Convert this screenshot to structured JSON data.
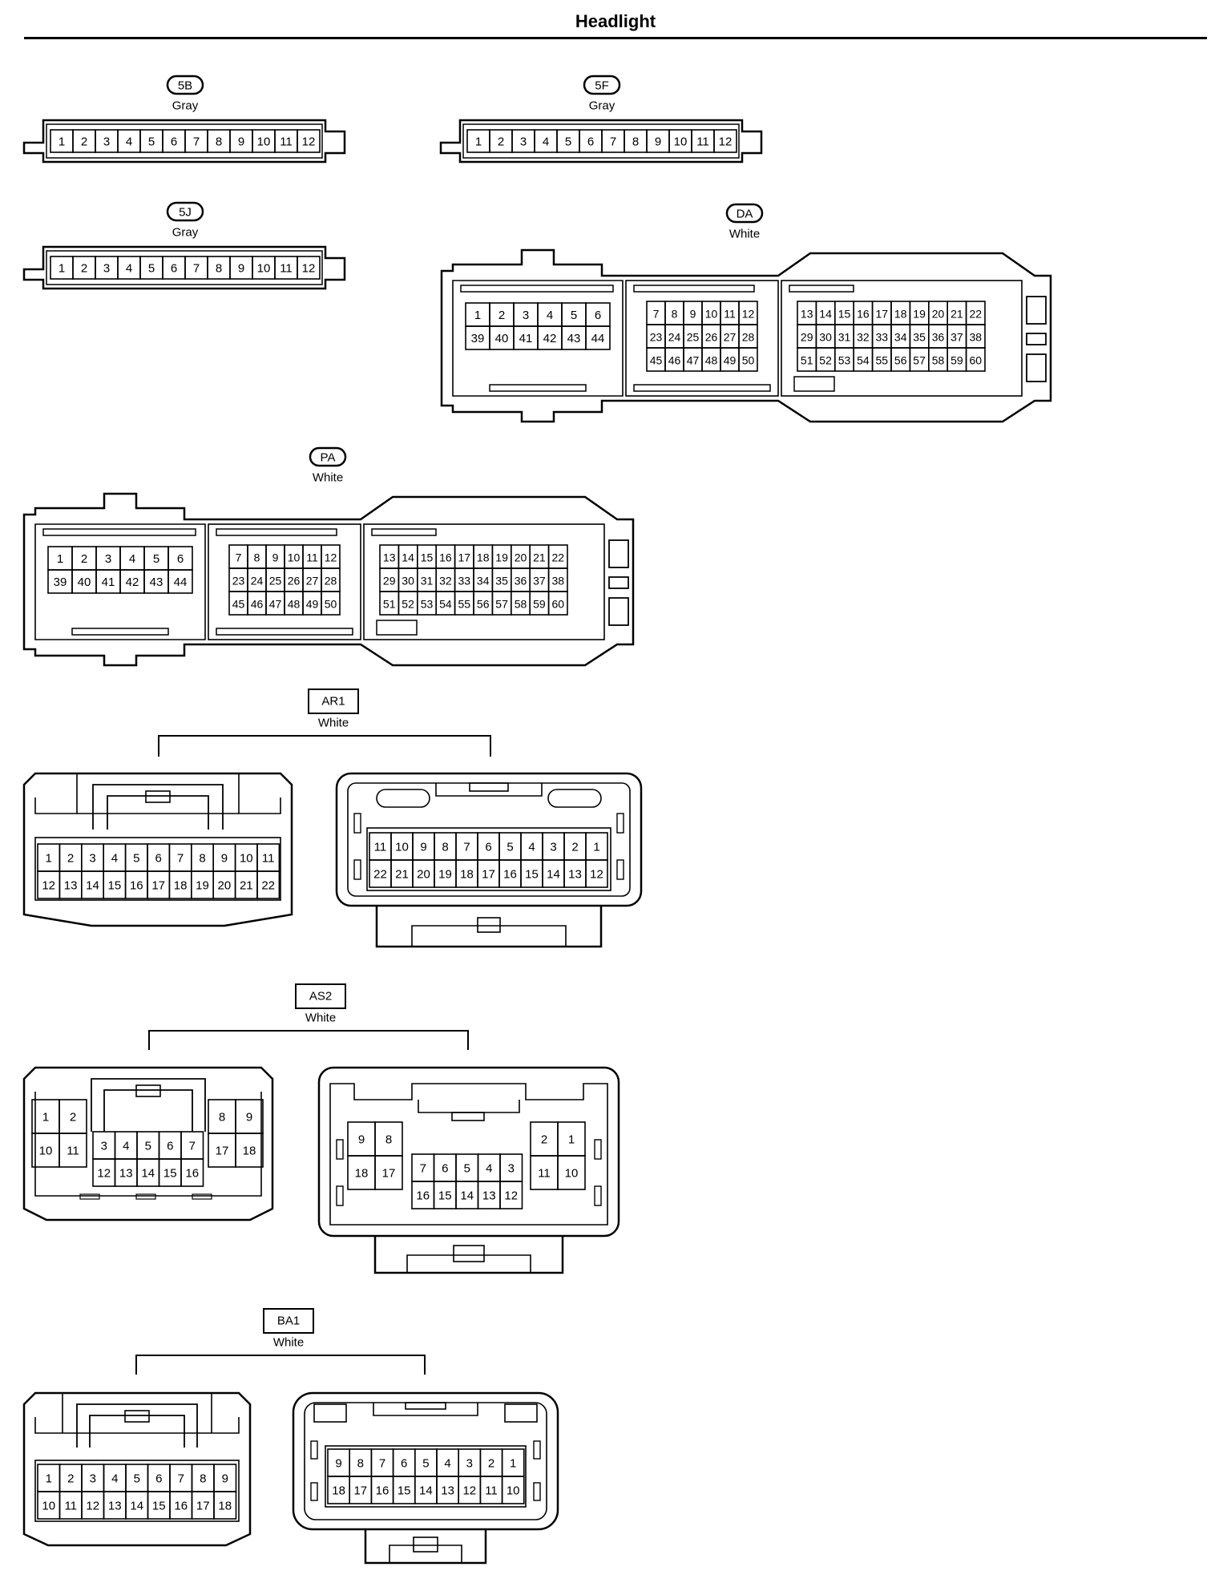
{
  "title": "Headlight",
  "connectors": {
    "c5b": {
      "code": "5B",
      "color": "Gray",
      "row": [
        "1",
        "2",
        "3",
        "4",
        "5",
        "6",
        "7",
        "8",
        "9",
        "10",
        "11",
        "12"
      ]
    },
    "c5f": {
      "code": "5F",
      "color": "Gray",
      "row": [
        "1",
        "2",
        "3",
        "4",
        "5",
        "6",
        "7",
        "8",
        "9",
        "10",
        "11",
        "12"
      ]
    },
    "c5j": {
      "code": "5J",
      "color": "Gray",
      "row": [
        "1",
        "2",
        "3",
        "4",
        "5",
        "6",
        "7",
        "8",
        "9",
        "10",
        "11",
        "12"
      ]
    },
    "da": {
      "code": "DA",
      "color": "White",
      "blocks": [
        {
          "rows": [
            [
              "1",
              "2",
              "3",
              "4",
              "5",
              "6"
            ],
            [
              "39",
              "40",
              "41",
              "42",
              "43",
              "44"
            ]
          ]
        },
        {
          "rows": [
            [
              "7",
              "8",
              "9",
              "10",
              "11",
              "12"
            ],
            [
              "23",
              "24",
              "25",
              "26",
              "27",
              "28"
            ],
            [
              "45",
              "46",
              "47",
              "48",
              "49",
              "50"
            ]
          ]
        },
        {
          "rows": [
            [
              "13",
              "14",
              "15",
              "16",
              "17",
              "18",
              "19",
              "20",
              "21",
              "22"
            ],
            [
              "29",
              "30",
              "31",
              "32",
              "33",
              "34",
              "35",
              "36",
              "37",
              "38"
            ],
            [
              "51",
              "52",
              "53",
              "54",
              "55",
              "56",
              "57",
              "58",
              "59",
              "60"
            ]
          ]
        }
      ]
    },
    "pa": {
      "code": "PA",
      "color": "White",
      "blocks": [
        {
          "rows": [
            [
              "1",
              "2",
              "3",
              "4",
              "5",
              "6"
            ],
            [
              "39",
              "40",
              "41",
              "42",
              "43",
              "44"
            ]
          ]
        },
        {
          "rows": [
            [
              "7",
              "8",
              "9",
              "10",
              "11",
              "12"
            ],
            [
              "23",
              "24",
              "25",
              "26",
              "27",
              "28"
            ],
            [
              "45",
              "46",
              "47",
              "48",
              "49",
              "50"
            ]
          ]
        },
        {
          "rows": [
            [
              "13",
              "14",
              "15",
              "16",
              "17",
              "18",
              "19",
              "20",
              "21",
              "22"
            ],
            [
              "29",
              "30",
              "31",
              "32",
              "33",
              "34",
              "35",
              "36",
              "37",
              "38"
            ],
            [
              "51",
              "52",
              "53",
              "54",
              "55",
              "56",
              "57",
              "58",
              "59",
              "60"
            ]
          ]
        }
      ]
    },
    "ar1": {
      "code": "AR1",
      "color": "White",
      "left": [
        [
          "1",
          "2",
          "3",
          "4",
          "5",
          "6",
          "7",
          "8",
          "9",
          "10",
          "11"
        ],
        [
          "12",
          "13",
          "14",
          "15",
          "16",
          "17",
          "18",
          "19",
          "20",
          "21",
          "22"
        ]
      ],
      "right": [
        [
          "11",
          "10",
          "9",
          "8",
          "7",
          "6",
          "5",
          "4",
          "3",
          "2",
          "1"
        ],
        [
          "22",
          "21",
          "20",
          "19",
          "18",
          "17",
          "16",
          "15",
          "14",
          "13",
          "12"
        ]
      ]
    },
    "as2": {
      "code": "AS2",
      "color": "White",
      "left": {
        "a": [
          [
            "1",
            "2"
          ],
          [
            "10",
            "11"
          ]
        ],
        "b": [
          [
            "8",
            "9"
          ],
          [
            "17",
            "18"
          ]
        ],
        "c": [
          [
            "3",
            "4",
            "5",
            "6",
            "7"
          ],
          [
            "12",
            "13",
            "14",
            "15",
            "16"
          ]
        ]
      },
      "right": {
        "a": [
          [
            "9",
            "8"
          ],
          [
            "18",
            "17"
          ]
        ],
        "b": [
          [
            "2",
            "1"
          ],
          [
            "11",
            "10"
          ]
        ],
        "c": [
          [
            "7",
            "6",
            "5",
            "4",
            "3"
          ],
          [
            "16",
            "15",
            "14",
            "13",
            "12"
          ]
        ]
      }
    },
    "ba1": {
      "code": "BA1",
      "color": "White",
      "left": [
        [
          "1",
          "2",
          "3",
          "4",
          "5",
          "6",
          "7",
          "8",
          "9"
        ],
        [
          "10",
          "11",
          "12",
          "13",
          "14",
          "15",
          "16",
          "17",
          "18"
        ]
      ],
      "right": [
        [
          "9",
          "8",
          "7",
          "6",
          "5",
          "4",
          "3",
          "2",
          "1"
        ],
        [
          "18",
          "17",
          "16",
          "15",
          "14",
          "13",
          "12",
          "11",
          "10"
        ]
      ]
    }
  }
}
